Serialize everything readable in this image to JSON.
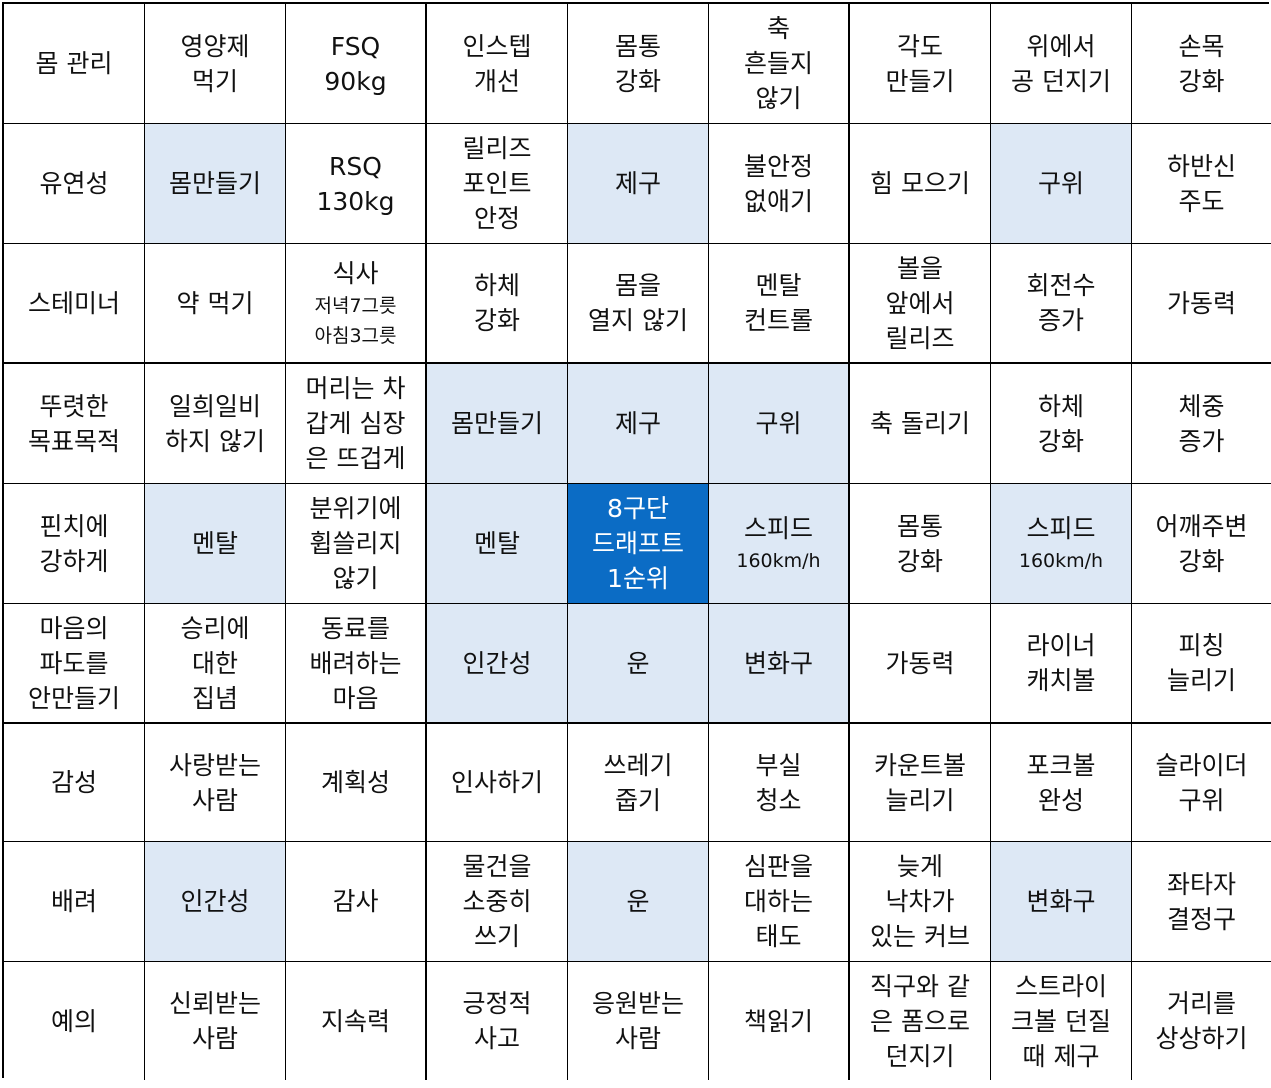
{
  "title": "",
  "colors": {
    "border": "#000000",
    "highlight": "#dde8f5",
    "core": "#0b6cc5",
    "core_text": "#ffffff"
  },
  "grid": [
    [
      {
        "lines": [
          "몸 관리"
        ]
      },
      {
        "lines": [
          "영양제",
          "먹기"
        ]
      },
      {
        "lines": [
          "FSQ",
          "90kg"
        ]
      },
      {
        "lines": [
          "인스텝",
          "개선"
        ]
      },
      {
        "lines": [
          "몸통",
          "강화"
        ]
      },
      {
        "lines": [
          "축",
          "흔들지",
          "않기"
        ]
      },
      {
        "lines": [
          "각도",
          "만들기"
        ]
      },
      {
        "lines": [
          "위에서",
          "공 던지기"
        ]
      },
      {
        "lines": [
          "손목",
          "강화"
        ]
      }
    ],
    [
      {
        "lines": [
          "유연성"
        ]
      },
      {
        "lines": [
          "몸만들기"
        ],
        "highlight": true
      },
      {
        "lines": [
          "RSQ",
          "130kg"
        ]
      },
      {
        "lines": [
          "릴리즈",
          "포인트",
          "안정"
        ]
      },
      {
        "lines": [
          "제구"
        ],
        "highlight": true
      },
      {
        "lines": [
          "불안정",
          "없애기"
        ]
      },
      {
        "lines": [
          "힘 모으기"
        ]
      },
      {
        "lines": [
          "구위"
        ],
        "highlight": true
      },
      {
        "lines": [
          "하반신",
          "주도"
        ]
      }
    ],
    [
      {
        "lines": [
          "스테미너"
        ]
      },
      {
        "lines": [
          "약 먹기"
        ]
      },
      {
        "lines": [
          "식사",
          "저녁7그릇",
          "아침3그릇"
        ],
        "small": [
          1,
          2
        ]
      },
      {
        "lines": [
          "하체",
          "강화"
        ]
      },
      {
        "lines": [
          "몸을",
          "열지 않기"
        ]
      },
      {
        "lines": [
          "멘탈",
          "컨트롤"
        ]
      },
      {
        "lines": [
          "볼을",
          "앞에서",
          "릴리즈"
        ]
      },
      {
        "lines": [
          "회전수",
          "증가"
        ]
      },
      {
        "lines": [
          "가동력"
        ]
      }
    ],
    [
      {
        "lines": [
          "뚜렷한",
          "목표목적"
        ]
      },
      {
        "lines": [
          "일희일비",
          "하지 않기"
        ]
      },
      {
        "lines": [
          "머리는 차",
          "갑게 심장",
          "은 뜨겁게"
        ]
      },
      {
        "lines": [
          "몸만들기"
        ],
        "highlight": true
      },
      {
        "lines": [
          "제구"
        ],
        "highlight": true
      },
      {
        "lines": [
          "구위"
        ],
        "highlight": true
      },
      {
        "lines": [
          "축 돌리기"
        ]
      },
      {
        "lines": [
          "하체",
          "강화"
        ]
      },
      {
        "lines": [
          "체중",
          "증가"
        ]
      }
    ],
    [
      {
        "lines": [
          "핀치에",
          "강하게"
        ]
      },
      {
        "lines": [
          "멘탈"
        ],
        "highlight": true
      },
      {
        "lines": [
          "분위기에",
          "휩쓸리지",
          "않기"
        ]
      },
      {
        "lines": [
          "멘탈"
        ],
        "highlight": true
      },
      {
        "lines": [
          "8구단",
          "드래프트",
          "1순위"
        ],
        "core": true
      },
      {
        "lines": [
          "스피드",
          "160km/h"
        ],
        "highlight": true,
        "small": [
          1
        ]
      },
      {
        "lines": [
          "몸통",
          "강화"
        ]
      },
      {
        "lines": [
          "스피드",
          "160km/h"
        ],
        "highlight": true,
        "small": [
          1
        ]
      },
      {
        "lines": [
          "어깨주변",
          "강화"
        ]
      }
    ],
    [
      {
        "lines": [
          "마음의",
          "파도를",
          "안만들기"
        ]
      },
      {
        "lines": [
          "승리에",
          "대한",
          "집념"
        ]
      },
      {
        "lines": [
          "동료를",
          "배려하는",
          "마음"
        ]
      },
      {
        "lines": [
          "인간성"
        ],
        "highlight": true
      },
      {
        "lines": [
          "운"
        ],
        "highlight": true
      },
      {
        "lines": [
          "변화구"
        ],
        "highlight": true
      },
      {
        "lines": [
          "가동력"
        ]
      },
      {
        "lines": [
          "라이너",
          "캐치볼"
        ]
      },
      {
        "lines": [
          "피칭",
          "늘리기"
        ]
      }
    ],
    [
      {
        "lines": [
          "감성"
        ]
      },
      {
        "lines": [
          "사랑받는",
          "사람"
        ]
      },
      {
        "lines": [
          "계획성"
        ]
      },
      {
        "lines": [
          "인사하기"
        ]
      },
      {
        "lines": [
          "쓰레기",
          "줍기"
        ]
      },
      {
        "lines": [
          "부실",
          "청소"
        ]
      },
      {
        "lines": [
          "카운트볼",
          "늘리기"
        ]
      },
      {
        "lines": [
          "포크볼",
          "완성"
        ]
      },
      {
        "lines": [
          "슬라이더",
          "구위"
        ]
      }
    ],
    [
      {
        "lines": [
          "배려"
        ]
      },
      {
        "lines": [
          "인간성"
        ],
        "highlight": true
      },
      {
        "lines": [
          "감사"
        ]
      },
      {
        "lines": [
          "물건을",
          "소중히",
          "쓰기"
        ]
      },
      {
        "lines": [
          "운"
        ],
        "highlight": true
      },
      {
        "lines": [
          "심판을",
          "대하는",
          "태도"
        ]
      },
      {
        "lines": [
          "늦게",
          "낙차가",
          "있는 커브"
        ]
      },
      {
        "lines": [
          "변화구"
        ],
        "highlight": true
      },
      {
        "lines": [
          "좌타자",
          "결정구"
        ]
      }
    ],
    [
      {
        "lines": [
          "예의"
        ]
      },
      {
        "lines": [
          "신뢰받는",
          "사람"
        ]
      },
      {
        "lines": [
          "지속력"
        ]
      },
      {
        "lines": [
          "긍정적",
          "사고"
        ]
      },
      {
        "lines": [
          "응원받는",
          "사람"
        ]
      },
      {
        "lines": [
          "책읽기"
        ]
      },
      {
        "lines": [
          "직구와 같",
          "은 폼으로",
          "던지기"
        ]
      },
      {
        "lines": [
          "스트라이",
          "크볼 던질",
          "때 제구"
        ]
      },
      {
        "lines": [
          "거리를",
          "상상하기"
        ]
      }
    ]
  ]
}
